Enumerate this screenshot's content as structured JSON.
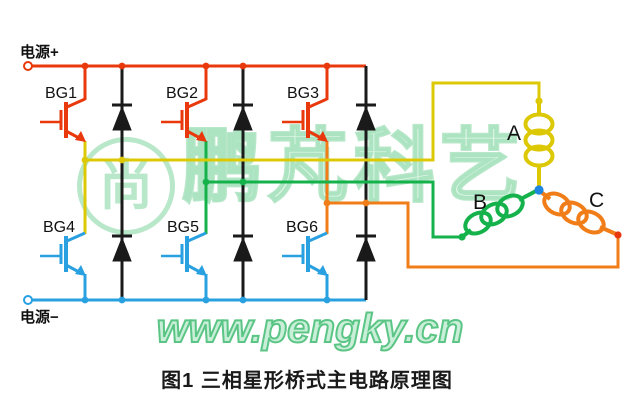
{
  "caption": "图1 三相星形桥式主电路原理图",
  "power": {
    "positive_label": "电源+",
    "negative_label": "电源−"
  },
  "transistors": [
    "BG1",
    "BG2",
    "BG3",
    "BG4",
    "BG5",
    "BG6"
  ],
  "phases": [
    "A",
    "B",
    "C"
  ],
  "watermark": {
    "url": "www.pengky.cn",
    "brand_chars": "鹏芃科艺",
    "seal_char": "尚"
  },
  "colors": {
    "c-red": "#e8380c",
    "c-blue": "#29a0e0",
    "c-yellow": "#ddc806",
    "c-green": "#15b24c",
    "c-orange": "#f07d18",
    "c-black": "#1a1a1a",
    "c-star": "#1e86e0",
    "c-text": "#111111",
    "c-wm": "#5bc585"
  }
}
